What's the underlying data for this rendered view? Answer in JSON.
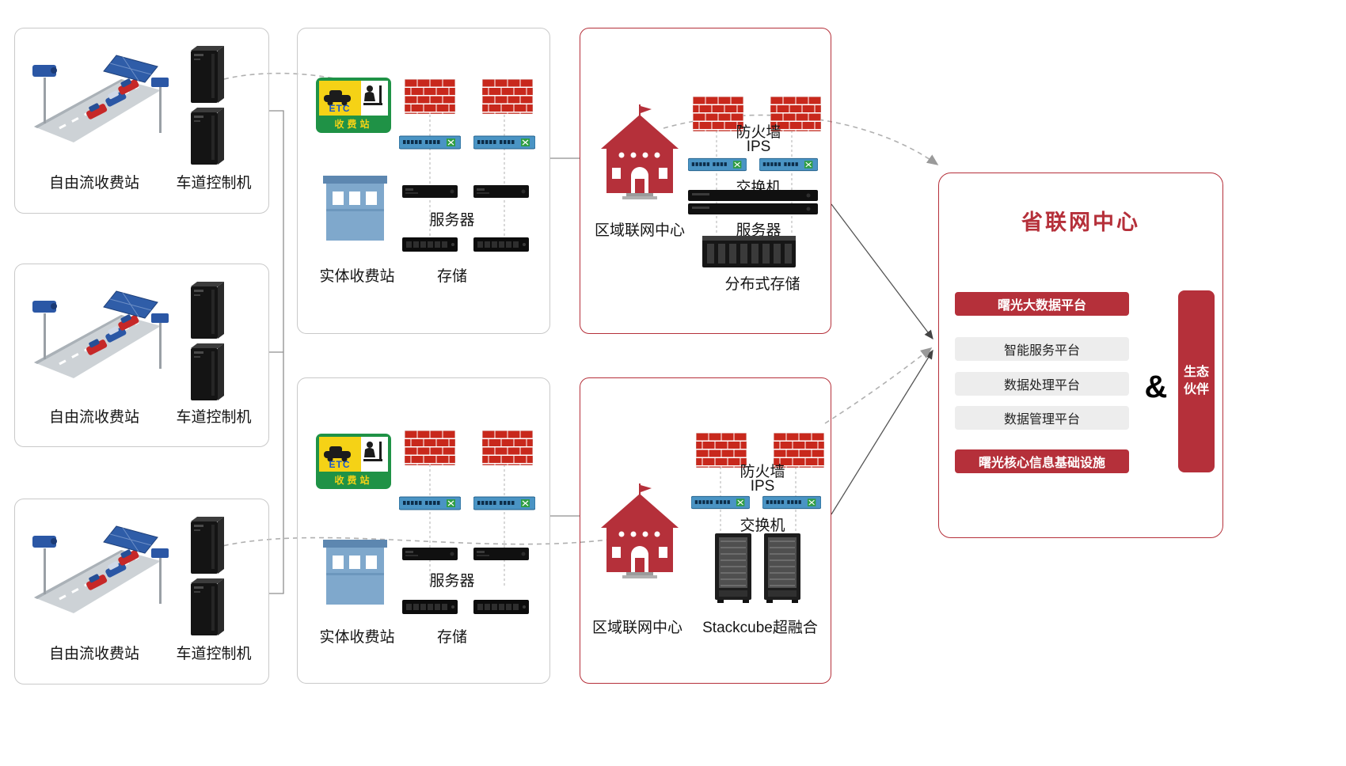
{
  "colors": {
    "accent_red": "#b5303a",
    "brick_red": "#c8281c",
    "sign_green": "#1f9246",
    "sign_yellow": "#f5d216",
    "switch_blue": "#4a94c4",
    "building_blue": "#7fa8cc",
    "panel_border_gray": "#c9c9c9"
  },
  "free_flow_stations": [
    {
      "station_label": "自由流收费站",
      "controller_label": "车道控制机"
    },
    {
      "station_label": "自由流收费站",
      "controller_label": "车道控制机"
    },
    {
      "station_label": "自由流收费站",
      "controller_label": "车道控制机"
    }
  ],
  "toll_stations": [
    {
      "sign": {
        "etc": "ETC",
        "banner": "收费站"
      },
      "station_label": "实体收费站",
      "server_label": "服务器",
      "storage_label": "存储"
    },
    {
      "sign": {
        "etc": "ETC",
        "banner": "收费站"
      },
      "station_label": "实体收费站",
      "server_label": "服务器",
      "storage_label": "存储"
    }
  ],
  "regional_centers": [
    {
      "name": "区域联网中心",
      "firewall_label": "防火墙",
      "ips_label": "IPS",
      "switch_label": "交换机",
      "server_label": "服务器",
      "storage_label": "分布式存储"
    },
    {
      "name": "区域联网中心",
      "firewall_label": "防火墙",
      "ips_label": "IPS",
      "switch_label": "交换机",
      "hyperconverged_label": "Stackcube超融合"
    }
  ],
  "province_center": {
    "title": "省联网中心",
    "platforms": [
      "曙光大数据平台",
      "智能服务平台",
      "数据处理平台",
      "数据管理平台",
      "曙光核心信息基础设施"
    ],
    "ampersand": "&",
    "partner_label": "生态伙伴"
  }
}
